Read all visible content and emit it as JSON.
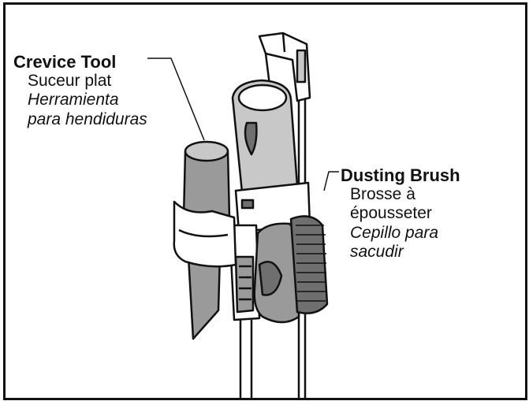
{
  "labels": {
    "crevice": {
      "en": "Crevice Tool",
      "fr": "Suceur plat",
      "es_line1": "Herramienta",
      "es_line2": "para hendiduras"
    },
    "dusting": {
      "en": "Dusting Brush",
      "fr_line1": "Brosse à",
      "fr_line2": "épousseter",
      "es_line1": "Cepillo para",
      "es_line2": "sacudir"
    }
  },
  "colors": {
    "outline": "#111111",
    "grey_dark": "#6f6f6f",
    "grey_mid": "#9a9a9a",
    "grey_light": "#c8c8c8",
    "white": "#ffffff"
  }
}
